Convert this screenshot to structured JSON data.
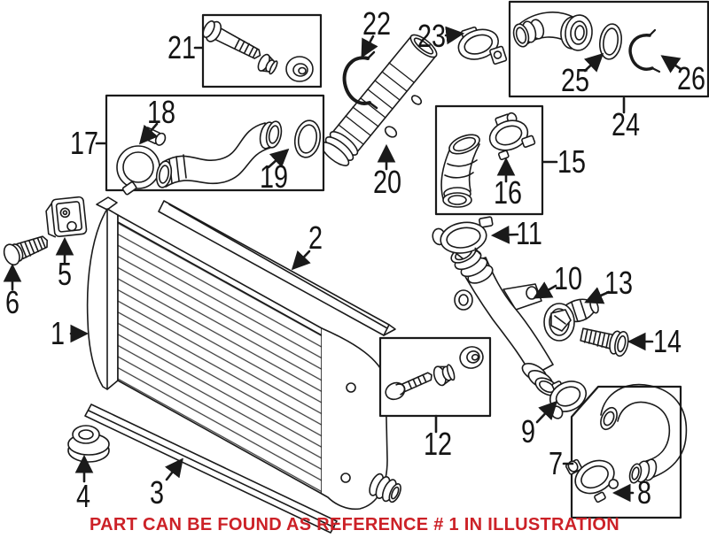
{
  "diagram": {
    "type": "auto-parts-exploded-illustration",
    "subject": "intercooler / radiator with charge-air hoses and clamps",
    "line_color": "#1a1a1a",
    "footer": {
      "text": "PART CAN BE FOUND AS REFERENCE # 1 IN ILLUSTRATION",
      "color": "#cc2127"
    },
    "callouts": [
      {
        "label": "1"
      },
      {
        "label": "2"
      },
      {
        "label": "3"
      },
      {
        "label": "4"
      },
      {
        "label": "5"
      },
      {
        "label": "6"
      },
      {
        "label": "7"
      },
      {
        "label": "8"
      },
      {
        "label": "9"
      },
      {
        "label": "10"
      },
      {
        "label": "11"
      },
      {
        "label": "12"
      },
      {
        "label": "13"
      },
      {
        "label": "14"
      },
      {
        "label": "15"
      },
      {
        "label": "16"
      },
      {
        "label": "17"
      },
      {
        "label": "18"
      },
      {
        "label": "19"
      },
      {
        "label": "20"
      },
      {
        "label": "21"
      },
      {
        "label": "22"
      },
      {
        "label": "23"
      },
      {
        "label": "24"
      },
      {
        "label": "25"
      },
      {
        "label": "26"
      }
    ]
  }
}
